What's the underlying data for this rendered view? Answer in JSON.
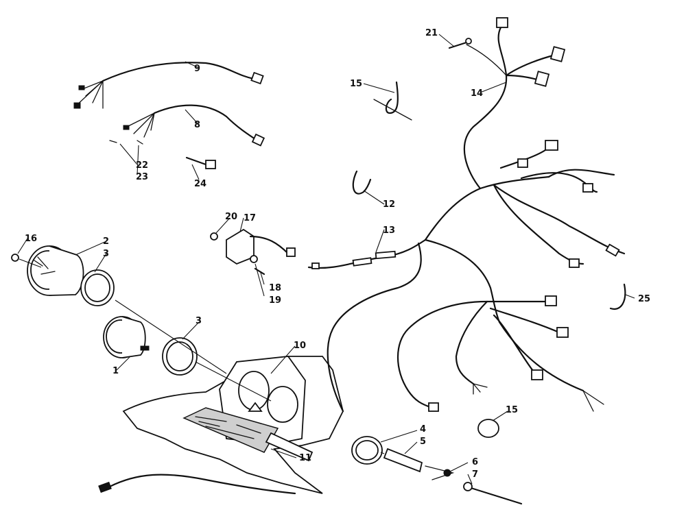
{
  "callouts": [
    {
      "id": "1",
      "text": "1"
    },
    {
      "id": "2",
      "text": "2"
    },
    {
      "id": "3a",
      "text": "3"
    },
    {
      "id": "3b",
      "text": "3"
    },
    {
      "id": "4",
      "text": "4"
    },
    {
      "id": "5",
      "text": "5"
    },
    {
      "id": "6",
      "text": "6"
    },
    {
      "id": "7",
      "text": "7"
    },
    {
      "id": "8",
      "text": "8"
    },
    {
      "id": "9",
      "text": "9"
    },
    {
      "id": "10",
      "text": "10"
    },
    {
      "id": "11",
      "text": "11"
    },
    {
      "id": "12",
      "text": "12"
    },
    {
      "id": "13",
      "text": "13"
    },
    {
      "id": "14",
      "text": "14"
    },
    {
      "id": "15a",
      "text": "15"
    },
    {
      "id": "15b",
      "text": "15"
    },
    {
      "id": "16",
      "text": "16"
    },
    {
      "id": "17",
      "text": "17"
    },
    {
      "id": "18",
      "text": "18"
    },
    {
      "id": "19",
      "text": "19"
    },
    {
      "id": "20",
      "text": "20"
    },
    {
      "id": "21",
      "text": "21"
    },
    {
      "id": "22",
      "text": "22"
    },
    {
      "id": "23",
      "text": "23"
    },
    {
      "id": "24",
      "text": "24"
    },
    {
      "id": "25",
      "text": "25"
    }
  ]
}
